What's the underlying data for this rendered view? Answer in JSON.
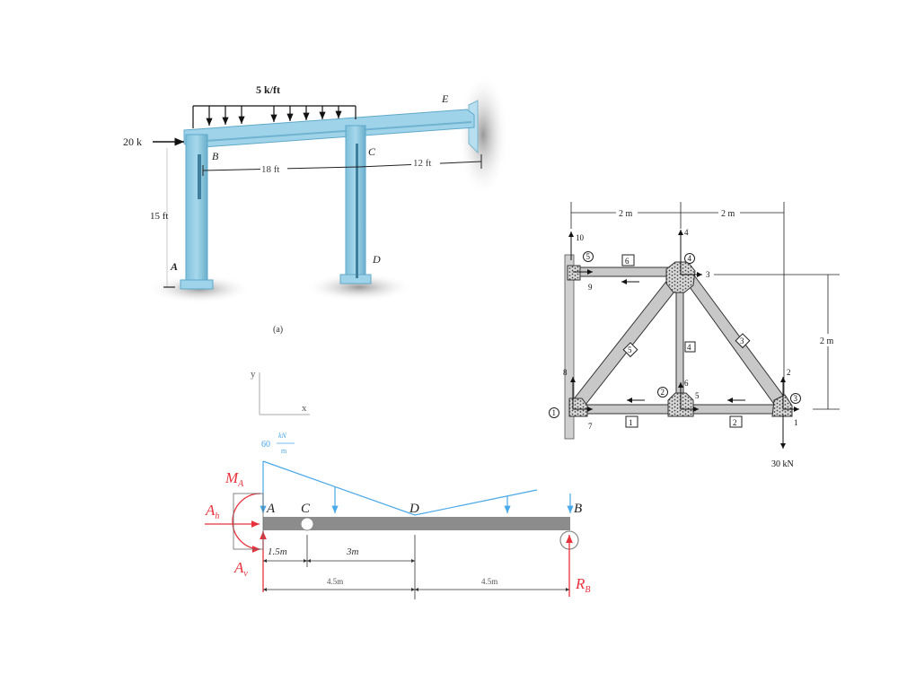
{
  "frame_figure": {
    "caption": "(a)",
    "load_distributed": "5 k/ft",
    "load_point": "20 k",
    "labels": {
      "A": "A",
      "B": "B",
      "C": "C",
      "D": "D",
      "E": "E"
    },
    "dims": {
      "height": "15 ft",
      "span_bc": "18 ft",
      "span_ce": "12 ft"
    },
    "colors": {
      "steel": "#8fcbe3",
      "steel_dark": "#5fa9c9",
      "shadow": "#9a9a9a"
    }
  },
  "truss_figure": {
    "dims": {
      "top_left": "2 m",
      "top_right": "2 m",
      "height": "2 m"
    },
    "load": "30 kN",
    "nodes": [
      "1",
      "2",
      "3",
      "4",
      "5"
    ],
    "elements": [
      "1",
      "2",
      "3",
      "4",
      "5",
      "6"
    ],
    "dofs": [
      "1",
      "2",
      "3",
      "4",
      "5",
      "6",
      "7",
      "8",
      "9",
      "10"
    ],
    "colors": {
      "member": "#c8c8c8",
      "outline": "#333333"
    }
  },
  "beam_figure": {
    "axes": {
      "x": "x",
      "y": "y"
    },
    "load_label_value": "60",
    "load_label_unit_num": "kN",
    "load_label_unit_den": "m",
    "points": {
      "A": "A",
      "C": "C",
      "D": "D",
      "B": "B"
    },
    "reactions": {
      "MA": "M",
      "MA_sub": "A",
      "Ah": "A",
      "Ah_sub": "h",
      "Av": "A",
      "Av_sub": "v",
      "RB": "R",
      "RB_sub": "B"
    },
    "dims": {
      "ac": "1.5m",
      "cd": "3m",
      "ad": "4.5m",
      "db": "4.5m"
    },
    "colors": {
      "load": "#4aa8e8",
      "reaction": "#e8323c",
      "beam": "#8c8c8c",
      "dim": "#333333"
    }
  }
}
